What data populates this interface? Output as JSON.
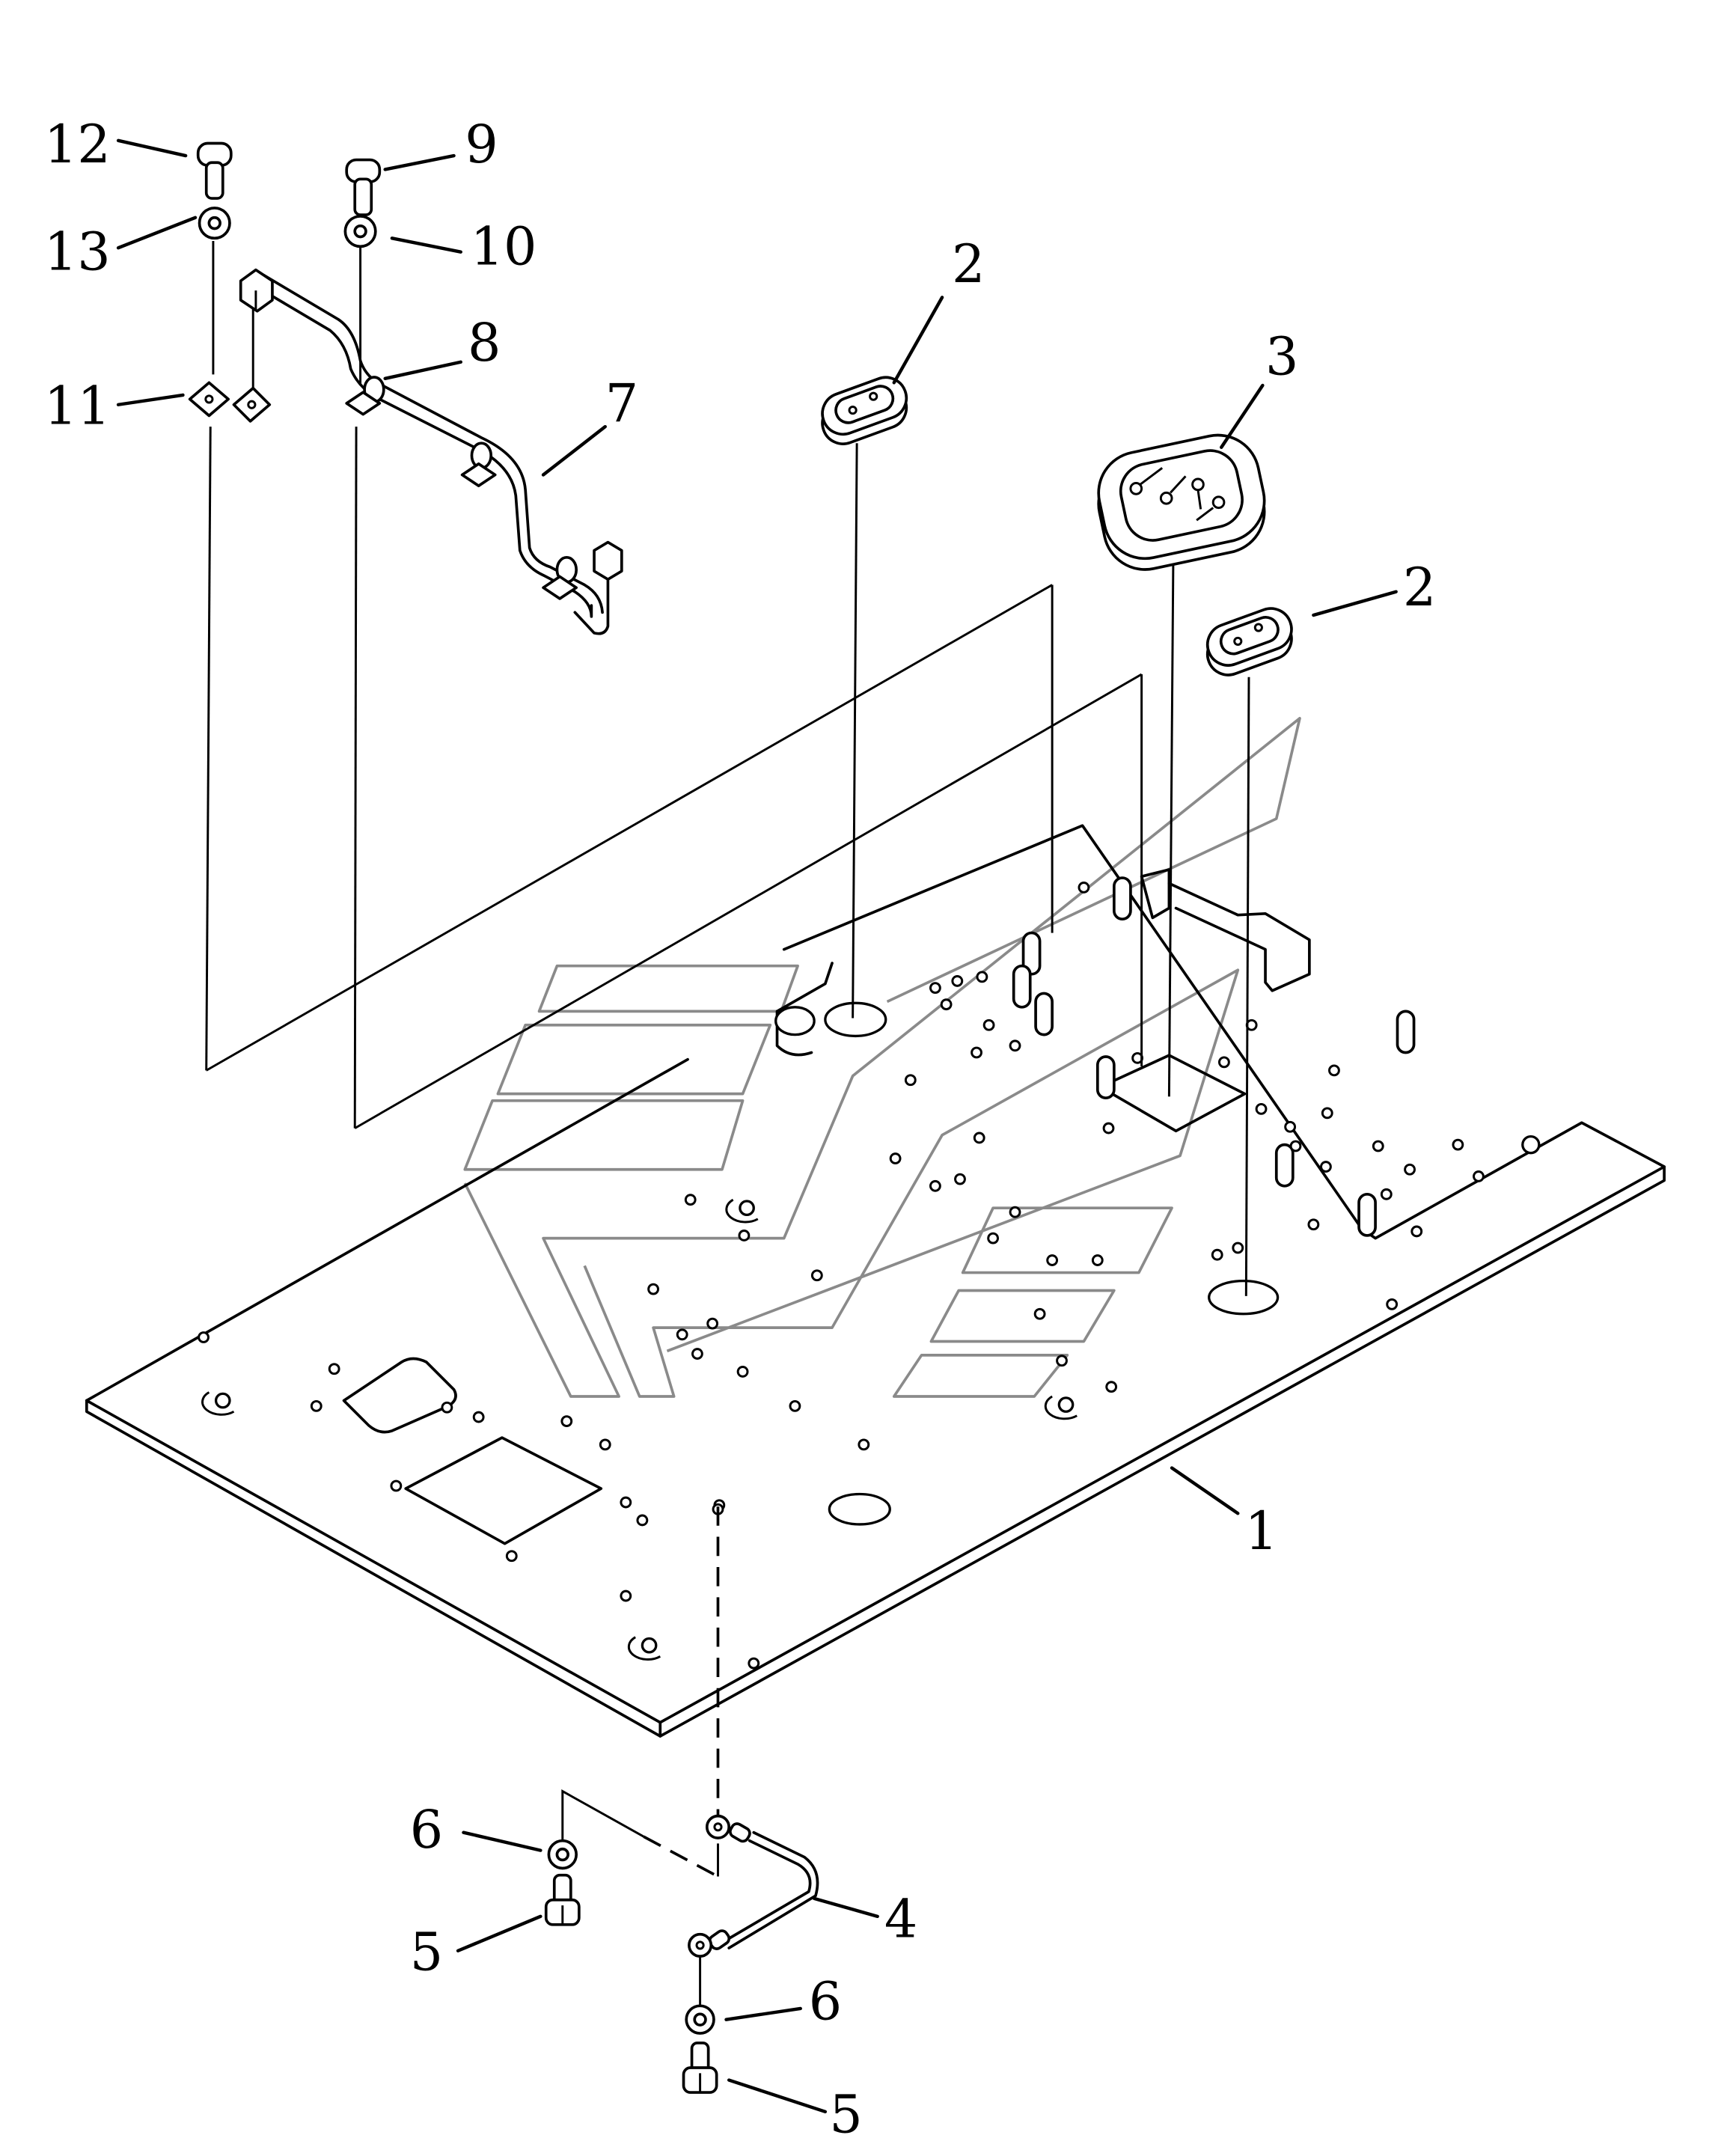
{
  "diagram": {
    "type": "exploded parts diagram",
    "subject": "floor plate assembly with grommets, wiring harness and ground cable",
    "callouts": [
      {
        "id": "c12",
        "number": "12",
        "part": "bolt (harness clamp, top-left)"
      },
      {
        "id": "c13",
        "number": "13",
        "part": "washer"
      },
      {
        "id": "c11",
        "number": "11",
        "part": "clamp bracket"
      },
      {
        "id": "c9",
        "number": "9",
        "part": "bolt"
      },
      {
        "id": "c10",
        "number": "10",
        "part": "washer"
      },
      {
        "id": "c8",
        "number": "8",
        "part": "clamp"
      },
      {
        "id": "c7",
        "number": "7",
        "part": "wiring harness"
      },
      {
        "id": "c2a",
        "number": "2",
        "part": "grommet (left)"
      },
      {
        "id": "c3",
        "number": "3",
        "part": "grommet (large, multi-hole)"
      },
      {
        "id": "c2b",
        "number": "2",
        "part": "grommet (right)"
      },
      {
        "id": "c1",
        "number": "1",
        "part": "floor plate"
      },
      {
        "id": "c6a",
        "number": "6",
        "part": "washer (upper)"
      },
      {
        "id": "c5a",
        "number": "5",
        "part": "bolt (upper)"
      },
      {
        "id": "c4",
        "number": "4",
        "part": "ground cable"
      },
      {
        "id": "c6b",
        "number": "6",
        "part": "washer (lower)"
      },
      {
        "id": "c5b",
        "number": "5",
        "part": "bolt (lower)"
      }
    ]
  }
}
